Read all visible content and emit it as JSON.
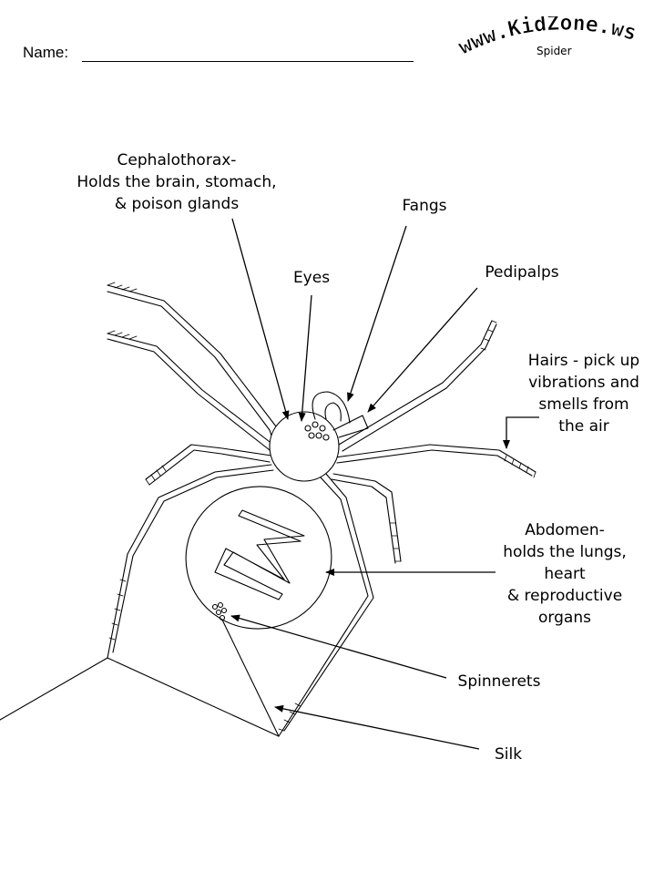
{
  "header": {
    "name_label": "Name:",
    "logo_text": "www.KidZone.ws",
    "topic": "Spider"
  },
  "labels": {
    "cephalothorax": [
      "Cephalothorax-",
      "Holds the brain, stomach,",
      "& poison glands"
    ],
    "fangs": [
      "Fangs"
    ],
    "eyes": [
      "Eyes"
    ],
    "pedipalps": [
      "Pedipalps"
    ],
    "hairs": [
      "Hairs - pick up",
      "vibrations and",
      "smells from",
      "the air"
    ],
    "abdomen": [
      "Abdomen-",
      "holds the lungs,",
      "heart",
      "& reproductive",
      "organs"
    ],
    "spinnerets": [
      "Spinnerets"
    ],
    "silk": [
      "Silk"
    ]
  }
}
